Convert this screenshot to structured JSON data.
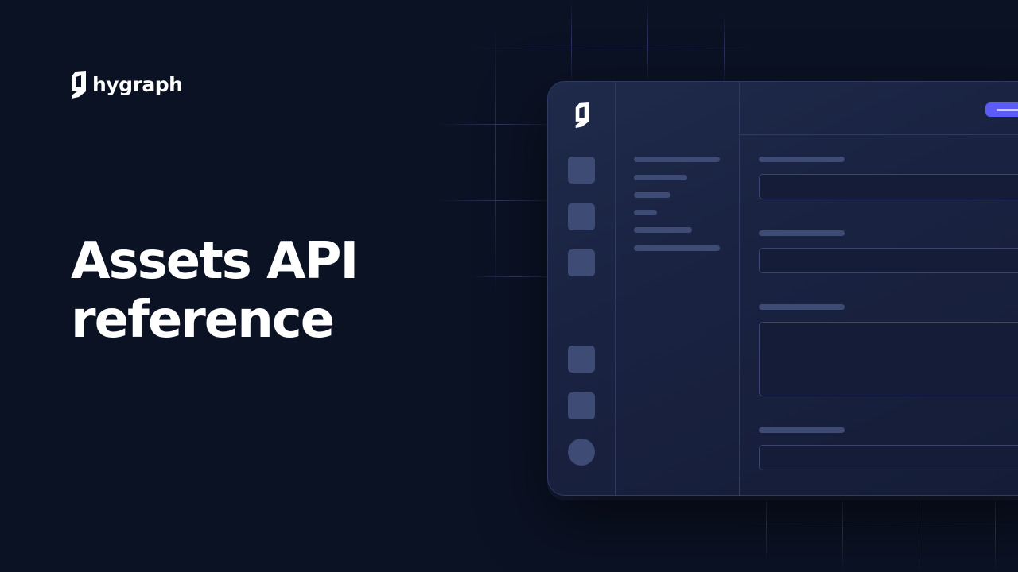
{
  "brand": {
    "name": "hygraph",
    "logo_icon": "hygraph-logo-icon"
  },
  "hero": {
    "title_line_1": "Assets API",
    "title_line_2": "reference"
  },
  "colors": {
    "background": "#0b1224",
    "window_border": "#2f3b63",
    "placeholder": "#3d4b75",
    "accent": "#5b5bf5",
    "text": "#ffffff"
  },
  "app_mockup": {
    "rail_icon_count": 5,
    "has_avatar": true,
    "form_field_count": 4
  }
}
